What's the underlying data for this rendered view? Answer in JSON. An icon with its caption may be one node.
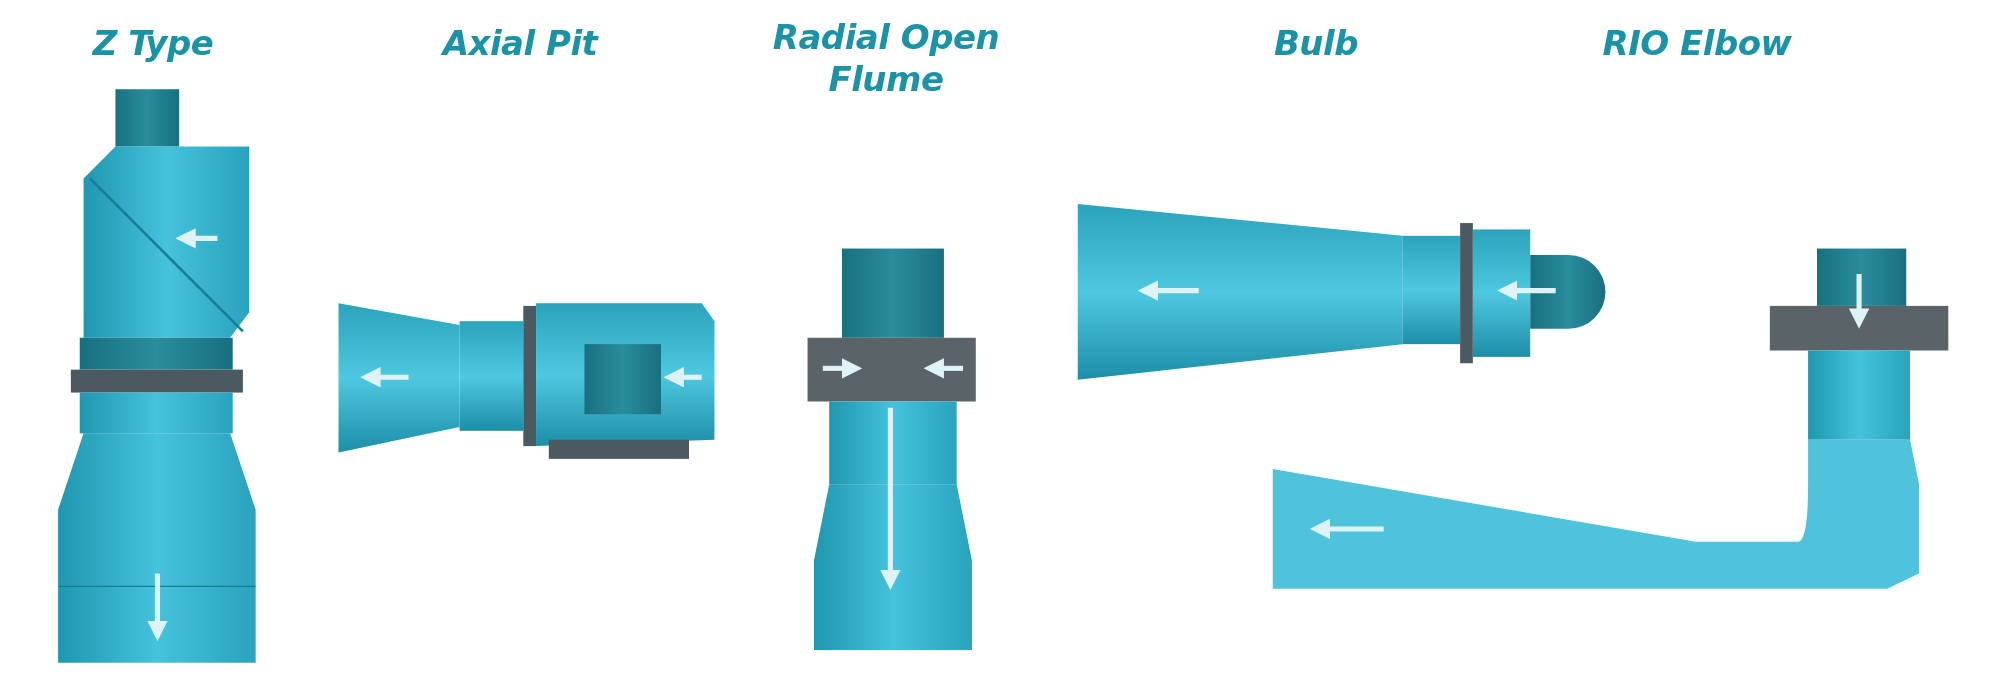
{
  "diagram": {
    "labels": [
      "Z Type",
      "Axial Pit",
      "Radial Open Flume",
      "Bulb",
      "RIO Elbow"
    ]
  }
}
